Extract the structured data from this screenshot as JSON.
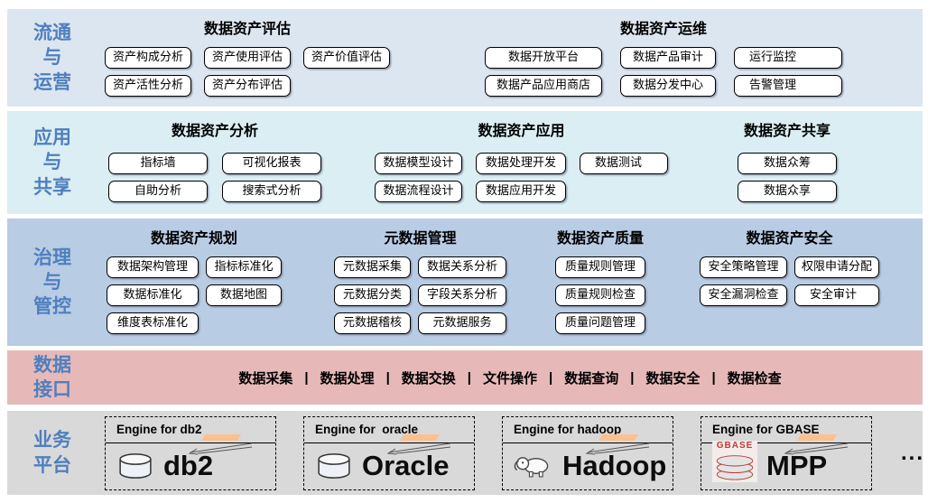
{
  "colors": {
    "accent_blue": "#4e7fbf",
    "circulation_bg": "#dce6f1",
    "application_bg": "#daeef3",
    "governance_bg": "#b8cce4",
    "interface_bg": "#e6b9b8",
    "platform_bg": "#d9d9d9",
    "box_bg": "#ffffff",
    "brush_orange": "#fac090",
    "gbase_red": "#c23b36"
  },
  "circulation": {
    "label_lines": [
      "流通",
      "与",
      "运营"
    ],
    "evaluation": {
      "title": "数据资产评估",
      "boxes": [
        "资产构成分析",
        "资产使用评估",
        "资产价值评估",
        "资产活性分析",
        "资产分布评估"
      ]
    },
    "operations": {
      "title": "数据资产运维",
      "boxes": [
        "数据开放平台",
        "数据产品审计",
        "运行监控",
        "数据产品应用商店",
        "数据分发中心",
        "告警管理"
      ]
    }
  },
  "application": {
    "label_lines": [
      "应用",
      "与",
      "共享"
    ],
    "analysis": {
      "title": "数据资产分析",
      "boxes": [
        "指标墙",
        "可视化报表",
        "自助分析",
        "搜索式分析"
      ]
    },
    "app": {
      "title": "数据资产应用",
      "boxes": [
        "数据模型设计",
        "数据处理开发",
        "数据测试",
        "数据流程设计",
        "数据应用开发"
      ]
    },
    "share": {
      "title": "数据资产共享",
      "boxes": [
        "数据众筹",
        "数据众享"
      ]
    }
  },
  "governance": {
    "label_lines": [
      "治理",
      "与",
      "管控"
    ],
    "planning": {
      "title": "数据资产规划",
      "boxes": [
        "数据架构管理",
        "指标标准化",
        "数据标准化",
        "数据地图",
        "维度表标准化"
      ]
    },
    "metadata": {
      "title": "元数据管理",
      "boxes": [
        "元数据采集",
        "数据关系分析",
        "元数据分类",
        "字段关系分析",
        "元数据稽核",
        "元数据服务"
      ]
    },
    "quality": {
      "title": "数据资产质量",
      "boxes": [
        "质量规则管理",
        "质量规则检查",
        "质量问题管理"
      ]
    },
    "security": {
      "title": "数据资产安全",
      "boxes": [
        "安全策略管理",
        "权限申请分配",
        "安全漏洞检查",
        "安全审计"
      ]
    }
  },
  "interface": {
    "label_lines": [
      "数据",
      "接口"
    ],
    "separator": "|",
    "items": [
      "数据采集",
      "数据处理",
      "数据交换",
      "文件操作",
      "数据查询",
      "数据安全",
      "数据检查"
    ]
  },
  "platform": {
    "label_lines": [
      "业务",
      "平台"
    ],
    "engines": [
      {
        "header": "Engine for db2",
        "name": "db2",
        "icon": "database-cylinder-icon"
      },
      {
        "header": "Engine for  oracle",
        "name": "Oracle",
        "icon": "database-cylinder-icon"
      },
      {
        "header": "Engine for hadoop",
        "name": "Hadoop",
        "icon": "hadoop-elephant-icon"
      },
      {
        "header": "Engine for GBASE",
        "name": "MPP",
        "icon": "gbase-logo-icon",
        "logo_text": "GBASE"
      }
    ],
    "more": "..."
  }
}
